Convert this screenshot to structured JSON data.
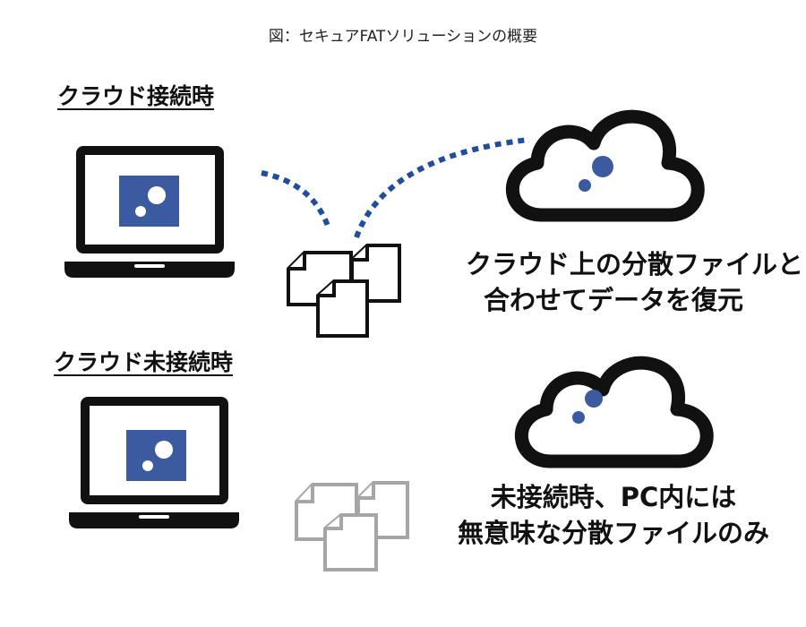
{
  "caption": "図：セキュアFATソリューションの概要",
  "connected": {
    "title": "クラウド接続時",
    "description_lines": [
      "クラウド上の分散ファイルと",
      "合わせてデータを復元"
    ]
  },
  "disconnected": {
    "title": "クラウド未接続時",
    "description_lines": [
      "未接続時、PC内には",
      "無意味な分散ファイルのみ"
    ]
  },
  "colors": {
    "accent_blue": "#3b5aa0",
    "dots_blue": "#1f4e9c",
    "outline": "#111111",
    "faded_files": "#a6a6a6"
  },
  "icons": [
    "laptop-icon",
    "cloud-icon",
    "file-fragment-icon"
  ]
}
